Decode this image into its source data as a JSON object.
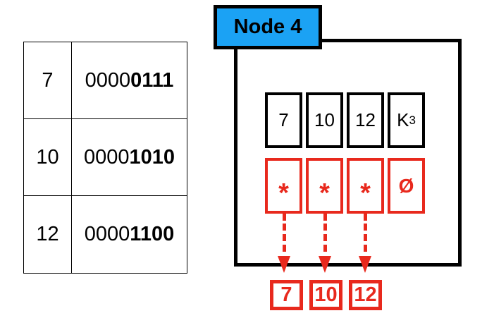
{
  "colors": {
    "accent_blue": "#1BA2F4",
    "accent_red": "#E8291D",
    "ink_black": "#000000"
  },
  "lookup_table": {
    "rows": [
      {
        "value": "7",
        "bits_prefix": "0000",
        "bits_suffix": "0111"
      },
      {
        "value": "10",
        "bits_prefix": "0000",
        "bits_suffix": "1010"
      },
      {
        "value": "12",
        "bits_prefix": "0000",
        "bits_suffix": "1100"
      }
    ]
  },
  "node": {
    "title": "Node 4",
    "keys": [
      "7",
      "10",
      "12"
    ],
    "key_capacity_label": {
      "base": "K",
      "subscript": "3"
    },
    "pointers": [
      "*",
      "*",
      "*"
    ],
    "empty_pointer": "Ø"
  },
  "leaves": [
    "7",
    "10",
    "12"
  ]
}
